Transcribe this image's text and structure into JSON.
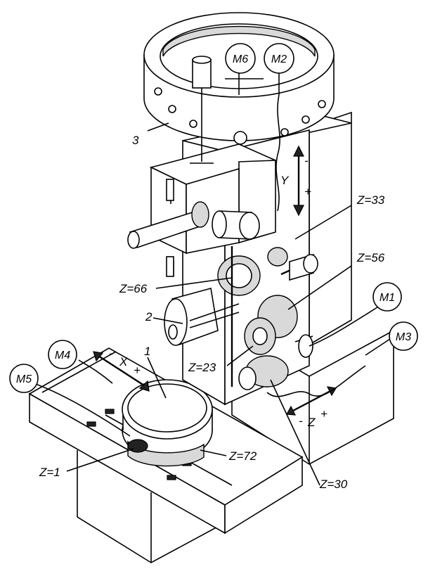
{
  "labels": {
    "part_3": "3",
    "part_2": "2",
    "part_1": "1",
    "z33": "Z=33",
    "z56": "Z=56",
    "z66": "Z=66",
    "z23": "Z=23",
    "z30": "Z=30",
    "z72": "Z=72",
    "z1": "Z=1"
  },
  "motors": {
    "m1": "M1",
    "m2": "M2",
    "m3": "M3",
    "m4": "M4",
    "m5": "M5",
    "m6": "M6"
  },
  "axes": {
    "y": "Y",
    "y_minus": "-",
    "y_plus": "+",
    "x": "X",
    "x_minus": "-",
    "x_plus": "+",
    "z": "Z",
    "z_minus": "-",
    "z_plus": "+"
  }
}
